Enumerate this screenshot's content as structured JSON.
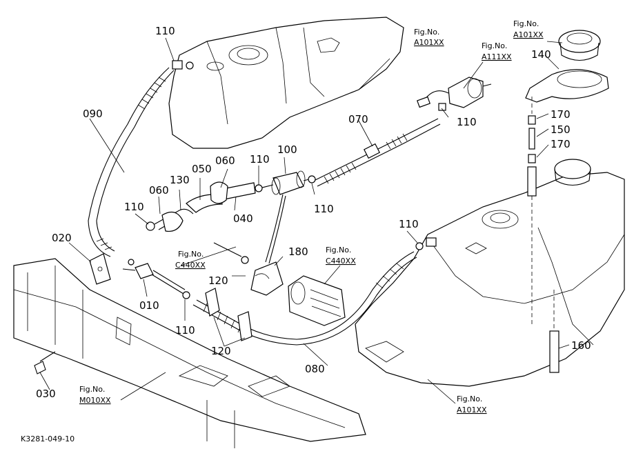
{
  "parts": {
    "p010": "010",
    "p020": "020",
    "p030": "030",
    "p040": "040",
    "p050": "050",
    "p060a": "060",
    "p060b": "060",
    "p070": "070",
    "p080": "080",
    "p090": "090",
    "p100": "100",
    "p110a": "110",
    "p110b": "110",
    "p110c": "110",
    "p110d": "110",
    "p110e": "110",
    "p110f": "110",
    "p120a": "120",
    "p120b": "120",
    "p130": "130",
    "p140": "140",
    "p150": "150",
    "p160": "160",
    "p170a": "170",
    "p170b": "170",
    "p180": "180"
  },
  "refs": {
    "fig_label": "Fig.No.",
    "a101_top": "A101XX",
    "a101_right": "A101XX",
    "a111": "A111XX",
    "c440_left": "C440XX",
    "c440_right": "C440XX",
    "m010": "M010XX",
    "a101_bottom": "A101XX"
  },
  "drawing_code": "K3281-049-10"
}
